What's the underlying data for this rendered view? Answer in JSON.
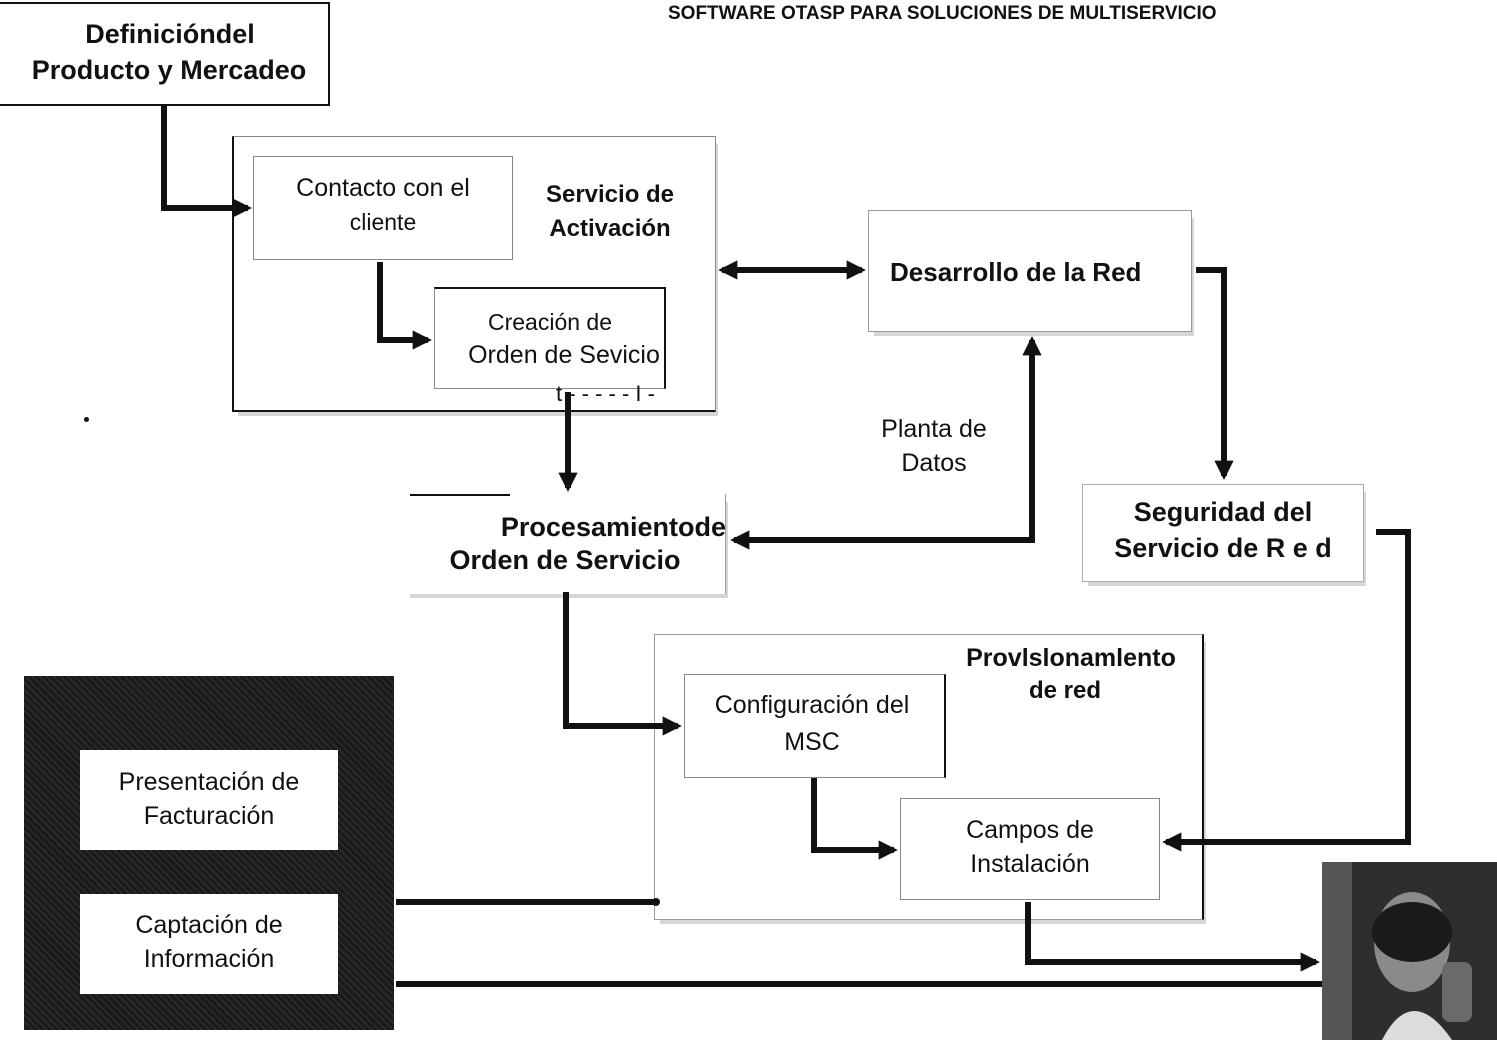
{
  "header": {
    "title": "SOFTWARE OTASP PARA SOLUCIONES DE MULTISERVICIO"
  },
  "nodes": {
    "product": {
      "line1": "Definicióndel",
      "line2": "Producto y Mercadeo"
    },
    "activation_service": {
      "line1": "Servicio de",
      "line2": "Activación"
    },
    "customer_contact": {
      "line1": "Contacto con el",
      "line2": "cliente"
    },
    "order_creation": {
      "line1": "Creación de",
      "line2": "Orden de Sevicio",
      "tail": "t - - - - - I -"
    },
    "network_development": {
      "line1": "Desarrollo de la Red"
    },
    "data_plant": {
      "line1": "Planta de",
      "line2": "Datos"
    },
    "order_processing": {
      "line1": "Procesamientode",
      "line2": "Orden de Servicio"
    },
    "network_security": {
      "line1": "Seguridad del",
      "line2": "Servicio de R e d"
    },
    "network_provisioning": {
      "line1": "Provlslonamlento",
      "line2": "de red"
    },
    "msc_config": {
      "line1": "Configuración del",
      "line2": "MSC"
    },
    "install_fields": {
      "line1": "Campos de",
      "line2": "Instalación"
    },
    "billing_presentation": {
      "line1": "Presentación de",
      "line2": "Facturación"
    },
    "info_capture": {
      "line1": "Captación de",
      "line2": "Información"
    }
  },
  "colors": {
    "ink": "#111111",
    "panel_dark": "#1e1e1e",
    "shadow": "#d6d6d6"
  }
}
